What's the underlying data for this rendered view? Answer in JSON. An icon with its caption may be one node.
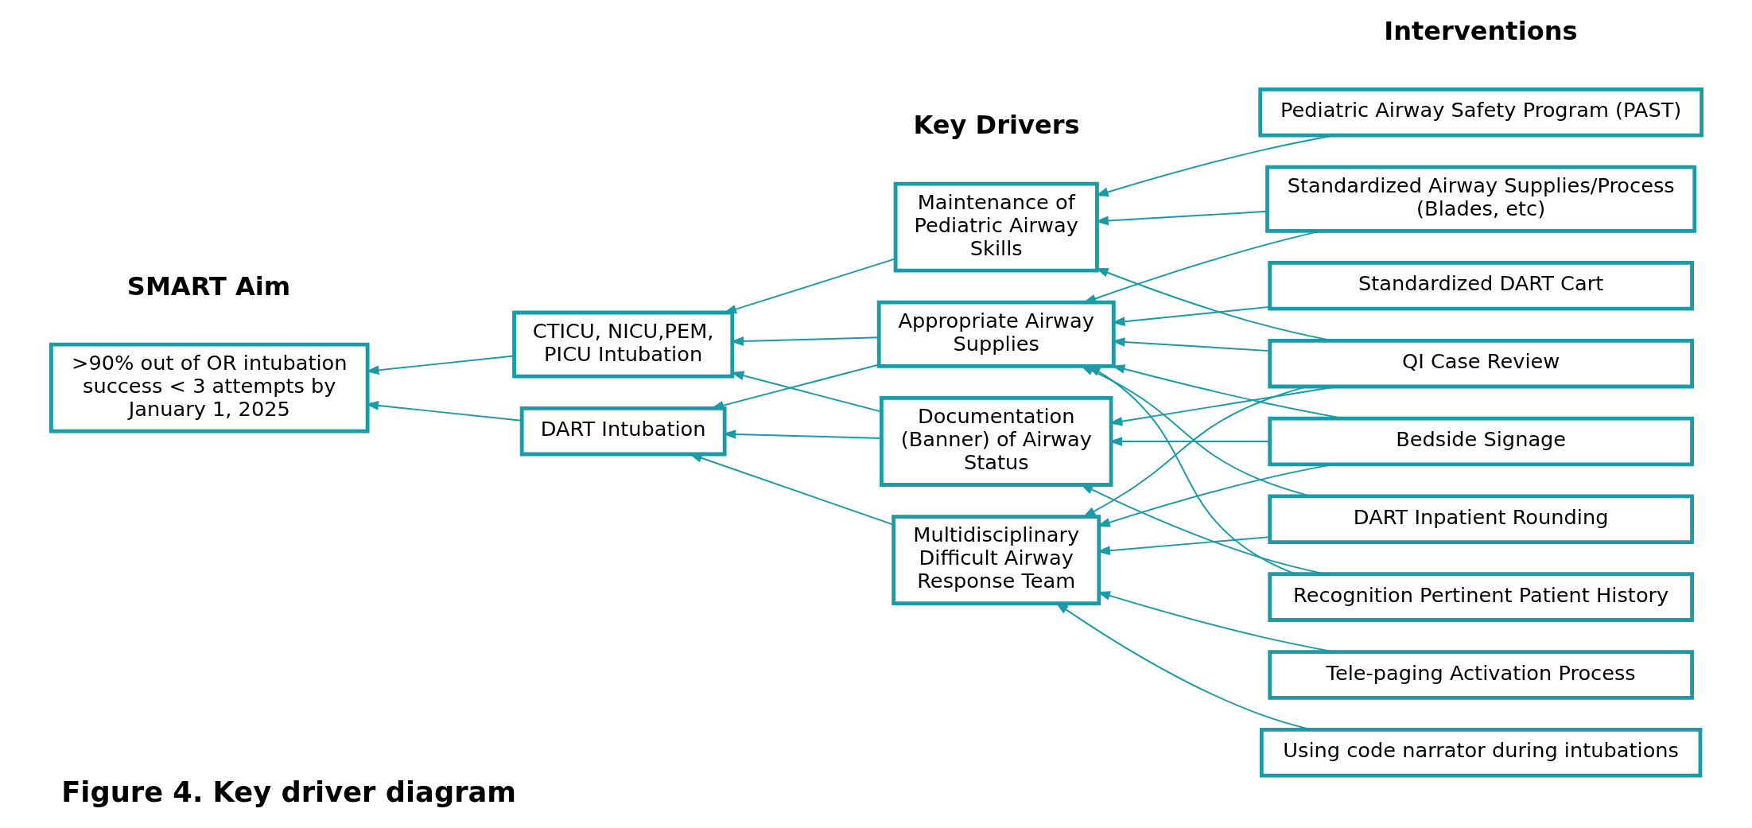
{
  "diagram": {
    "caption": "Figure 4. Key driver diagram",
    "nodes": [
      {
        "text": [
          ">90% out of OR intubation success < 3 attempts by January 1, 2025"
        ]
      },
      {
        "text": [
          "CTICU, NICU,PEM, PICU Intubation"
        ]
      },
      {
        "text": [
          "DART Intubation"
        ]
      },
      {
        "text": [
          "Maintenance of Pediatric Airway Skills"
        ]
      },
      {
        "text": [
          "Appropriate Airway Supplies"
        ]
      },
      {
        "text": [
          "Documentation (Banner) of Airway Status"
        ]
      },
      {
        "text": [
          "Multidisciplinary Difficult Airway Response Team"
        ]
      },
      {
        "text": [
          "Pediatric Airway Safety Program (PAST)"
        ]
      },
      {
        "text": [
          "Standardized Airway Supplies/Process (Blades, etc)"
        ]
      },
      {
        "text": [
          "Standardized DART Cart"
        ]
      },
      {
        "text": [
          "QI Case Review"
        ]
      },
      {
        "text": [
          "Bedside Signage"
        ]
      },
      {
        "text": [
          "DART Inpatient Rounding"
        ]
      },
      {
        "text": [
          "Recognition Pertinent Patient History"
        ]
      },
      {
        "text": [
          "Tele-paging Activation Process"
        ]
      },
      {
        "text": [
          "Using code narrator during intubations"
        ]
      }
    ],
    "edges": [
      {
        "from": 1,
        "to": 0,
        "arrow": "to"
      },
      {
        "from": 2,
        "to": 0,
        "arrow": "to"
      },
      {
        "from": 3,
        "to": 1,
        "arrow": "to"
      },
      {
        "from": 4,
        "to": 1,
        "arrow": "to"
      },
      {
        "from": 5,
        "to": 1,
        "arrow": "to"
      },
      {
        "from": 4,
        "to": 2,
        "arrow": "to"
      },
      {
        "from": 5,
        "to": 2,
        "arrow": "to"
      },
      {
        "from": 6,
        "to": 2,
        "arrow": "to"
      },
      {
        "from": 7,
        "to": 3,
        "arrow": "to"
      },
      {
        "from": 8,
        "to": 3,
        "arrow": "to"
      },
      {
        "from": 8,
        "to": 4,
        "arrow": "to"
      },
      {
        "from": 9,
        "to": 4,
        "arrow": "to"
      },
      {
        "from": 10,
        "to": 3,
        "arrow": "to"
      },
      {
        "from": 10,
        "to": 4,
        "arrow": "to"
      },
      {
        "from": 10,
        "to": 5,
        "arrow": "to"
      },
      {
        "from": 10,
        "to": 6,
        "arrow": "to"
      },
      {
        "from": 11,
        "to": 4,
        "arrow": "to"
      },
      {
        "from": 11,
        "to": 5,
        "arrow": "to"
      },
      {
        "from": 11,
        "to": 6,
        "arrow": "to"
      },
      {
        "from": 12,
        "to": 4,
        "arrow": "to"
      },
      {
        "from": 12,
        "to": 6,
        "arrow": "to"
      },
      {
        "from": 13,
        "to": 4,
        "arrow": "to"
      },
      {
        "from": 13,
        "to": 5,
        "arrow": "to"
      },
      {
        "from": 14,
        "to": 6,
        "arrow": "to"
      },
      {
        "from": 15,
        "to": 6,
        "arrow": "to"
      }
    ],
    "labels": [
      "Interventions",
      "Key Drivers",
      "SMART Aim"
    ]
  }
}
